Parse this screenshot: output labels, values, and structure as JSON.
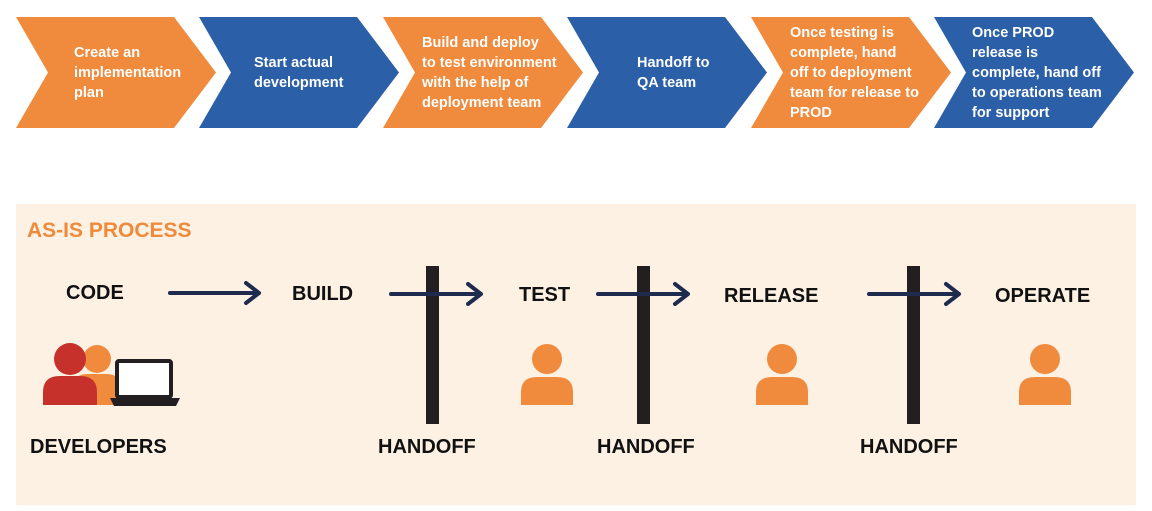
{
  "steps": [
    {
      "label": "Create an\nimplementation\nplan",
      "color": "#f08a3c"
    },
    {
      "label": "Start actual\ndevelopment",
      "color": "#2b5fa8"
    },
    {
      "label": "Build and deploy\nto test environment\nwith the help of\ndeployment team",
      "color": "#f08a3c"
    },
    {
      "label": "Handoff to\nQA team",
      "color": "#2b5fa8"
    },
    {
      "label": "Once testing is\ncomplete, hand\noff to deployment\nteam for release to\nPROD",
      "color": "#f08a3c"
    },
    {
      "label": "Once PROD\nrelease is\ncomplete, hand off\nto operations team\nfor support",
      "color": "#2b5fa8"
    }
  ],
  "panel": {
    "title": "AS-IS PROCESS",
    "background": "#fdf1e3",
    "title_color": "#ee8a3c"
  },
  "stages": [
    "CODE",
    "BUILD",
    "TEST",
    "RELEASE",
    "OPERATE"
  ],
  "developers_label": "DEVELOPERS",
  "handoff_label": "HANDOFF",
  "icons": {
    "developers": "people-with-laptop-icon",
    "person": "person-icon",
    "arrow": "right-arrow-icon"
  },
  "colors": {
    "orange": "#f08a3c",
    "blue": "#2b5fa8",
    "red": "#c6322b",
    "dark": "#231f20",
    "arrow": "#1f2a4f"
  }
}
